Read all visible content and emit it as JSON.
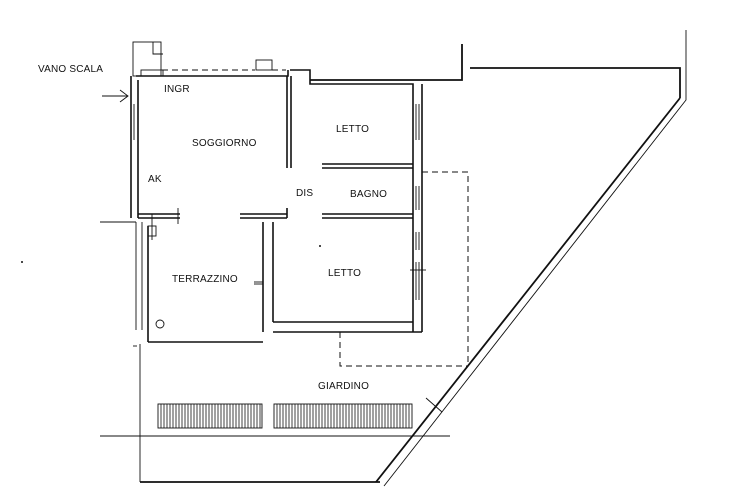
{
  "labels": {
    "vano_scala": "VANO SCALA",
    "ingr": "INGR",
    "soggiorno": "SOGGIORNO",
    "ak": "AK",
    "letto_top": "LETTO",
    "dis": "DIS",
    "bagno": "BAGNO",
    "terrazzino": "TERRAZZINO",
    "letto_bottom": "LETTO",
    "giardino": "GIARDINO"
  }
}
